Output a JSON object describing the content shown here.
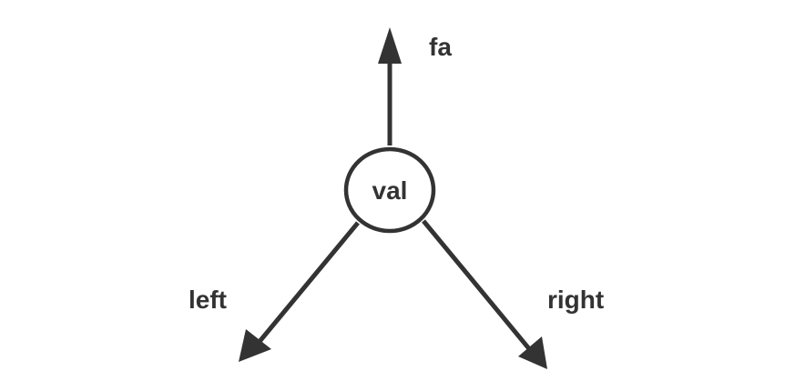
{
  "diagram": {
    "node": {
      "label": "val"
    },
    "edges": {
      "parent": {
        "label": "fa"
      },
      "left": {
        "label": "left"
      },
      "right": {
        "label": "right"
      }
    },
    "colors": {
      "stroke": "#333333",
      "text": "#333333",
      "background": "#ffffff"
    }
  }
}
